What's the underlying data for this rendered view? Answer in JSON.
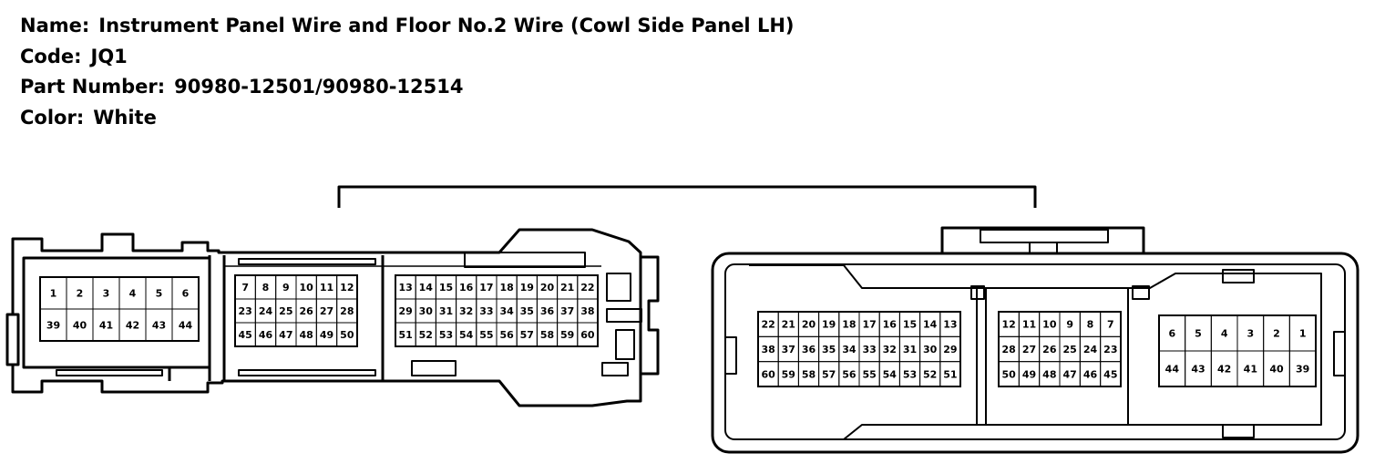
{
  "info": {
    "name_label": "Name:",
    "name_value": "Instrument Panel Wire and Floor No.2 Wire (Cowl Side Panel LH)",
    "code_label": "Code:",
    "code_value": "JQ1",
    "part_label": "Part Number:",
    "part_value": "90980-12501/90980-12514",
    "color_label": "Color:",
    "color_value": "White"
  },
  "connectors": {
    "left": {
      "block_a": [
        [
          "1",
          "2",
          "3",
          "4",
          "5",
          "6"
        ],
        [
          "39",
          "40",
          "41",
          "42",
          "43",
          "44"
        ]
      ],
      "block_b": [
        [
          "7",
          "8",
          "9",
          "10",
          "11",
          "12"
        ],
        [
          "23",
          "24",
          "25",
          "26",
          "27",
          "28"
        ],
        [
          "45",
          "46",
          "47",
          "48",
          "49",
          "50"
        ]
      ],
      "block_c": [
        [
          "13",
          "14",
          "15",
          "16",
          "17",
          "18",
          "19",
          "20",
          "21",
          "22"
        ],
        [
          "29",
          "30",
          "31",
          "32",
          "33",
          "34",
          "35",
          "36",
          "37",
          "38"
        ],
        [
          "51",
          "52",
          "53",
          "54",
          "55",
          "56",
          "57",
          "58",
          "59",
          "60"
        ]
      ]
    },
    "right": {
      "block_a": [
        [
          "22",
          "21",
          "20",
          "19",
          "18",
          "17",
          "16",
          "15",
          "14",
          "13"
        ],
        [
          "38",
          "37",
          "36",
          "35",
          "34",
          "33",
          "32",
          "31",
          "30",
          "29"
        ],
        [
          "60",
          "59",
          "58",
          "57",
          "56",
          "55",
          "54",
          "53",
          "52",
          "51"
        ]
      ],
      "block_b": [
        [
          "12",
          "11",
          "10",
          "9",
          "8",
          "7"
        ],
        [
          "28",
          "27",
          "26",
          "25",
          "24",
          "23"
        ],
        [
          "50",
          "49",
          "48",
          "47",
          "46",
          "45"
        ]
      ],
      "block_c": [
        [
          "6",
          "5",
          "4",
          "3",
          "2",
          "1"
        ],
        [
          "44",
          "43",
          "42",
          "41",
          "40",
          "39"
        ]
      ]
    }
  }
}
